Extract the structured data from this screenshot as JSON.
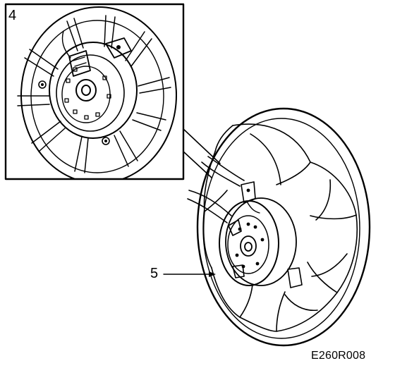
{
  "callouts": {
    "detail": "4",
    "fan": "5"
  },
  "reference_code": "E260R008",
  "colors": {
    "ink": "#000000",
    "paper": "#ffffff"
  }
}
